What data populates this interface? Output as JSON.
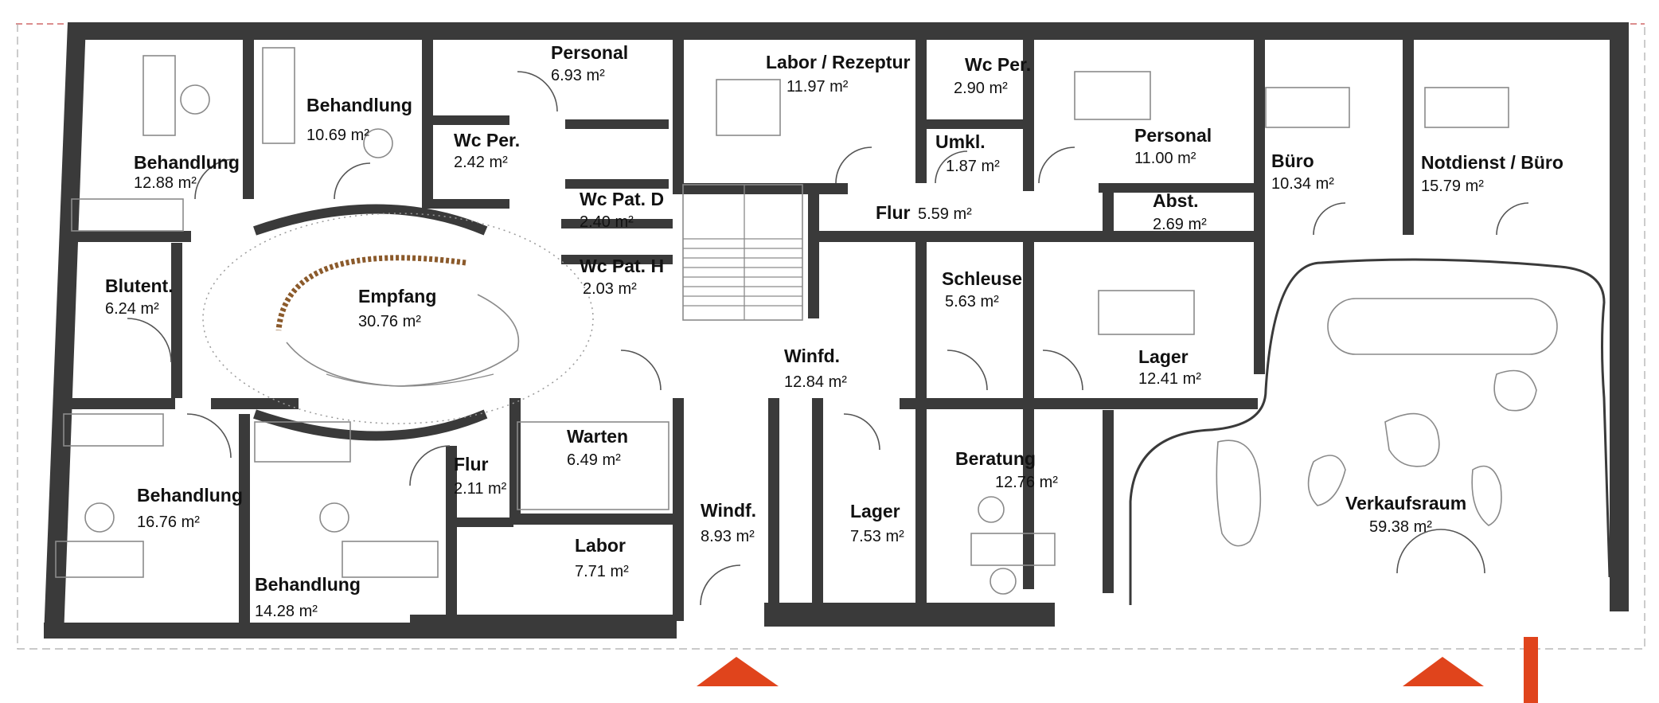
{
  "floor_plan": {
    "rooms": [
      {
        "id": "behandlung-1",
        "name": "Behandlung",
        "area": "12.88 m²"
      },
      {
        "id": "behandlung-2",
        "name": "Behandlung",
        "area": "10.69 m²"
      },
      {
        "id": "personal-1",
        "name": "Personal",
        "area": "6.93 m²"
      },
      {
        "id": "wc-per-1",
        "name": "Wc Per.",
        "area": "2.42 m²"
      },
      {
        "id": "wc-pat-d",
        "name": "Wc Pat. D",
        "area": "2.40 m²"
      },
      {
        "id": "wc-pat-h",
        "name": "Wc Pat. H",
        "area": "2.03 m²"
      },
      {
        "id": "labor-rezeptur",
        "name": "Labor / Rezeptur",
        "area": "11.97 m²"
      },
      {
        "id": "wc-per-2",
        "name": "Wc Per.",
        "area": "2.90 m²"
      },
      {
        "id": "umkl",
        "name": "Umkl.",
        "area": "1.87 m²"
      },
      {
        "id": "personal-2",
        "name": "Personal",
        "area": "11.00 m²"
      },
      {
        "id": "buero",
        "name": "Büro",
        "area": "10.34 m²"
      },
      {
        "id": "notdienst-buero",
        "name": "Notdienst / Büro",
        "area": "15.79 m²"
      },
      {
        "id": "flur-1",
        "name": "Flur",
        "area": "5.59 m²"
      },
      {
        "id": "abst",
        "name": "Abst.",
        "area": "2.69 m²"
      },
      {
        "id": "blutent",
        "name": "Blutent.",
        "area": "6.24 m²"
      },
      {
        "id": "empfang",
        "name": "Empfang",
        "area": "30.76 m²"
      },
      {
        "id": "schleuse",
        "name": "Schleuse",
        "area": "5.63 m²"
      },
      {
        "id": "winfd",
        "name": "Winfd.",
        "area": "12.84 m²"
      },
      {
        "id": "lager-1",
        "name": "Lager",
        "area": "12.41 m²"
      },
      {
        "id": "behandlung-3",
        "name": "Behandlung",
        "area": "16.76 m²"
      },
      {
        "id": "behandlung-4",
        "name": "Behandlung",
        "area": "14.28 m²"
      },
      {
        "id": "flur-2",
        "name": "Flur",
        "area": "2.11 m²"
      },
      {
        "id": "warten",
        "name": "Warten",
        "area": "6.49 m²"
      },
      {
        "id": "labor",
        "name": "Labor",
        "area": "7.71 m²"
      },
      {
        "id": "windf",
        "name": "Windf.",
        "area": "8.93 m²"
      },
      {
        "id": "lager-2",
        "name": "Lager",
        "area": "7.53 m²"
      },
      {
        "id": "beratung",
        "name": "Beratung",
        "area": "12.76 m²"
      },
      {
        "id": "verkaufsraum",
        "name": "Verkaufsraum",
        "area": "59.38 m²"
      }
    ],
    "colors": {
      "wall": "#3a3a3a",
      "entrance_marker": "#e0441c",
      "furniture": "#8a8a8a",
      "reception_counter": "#8b5a2b"
    }
  }
}
